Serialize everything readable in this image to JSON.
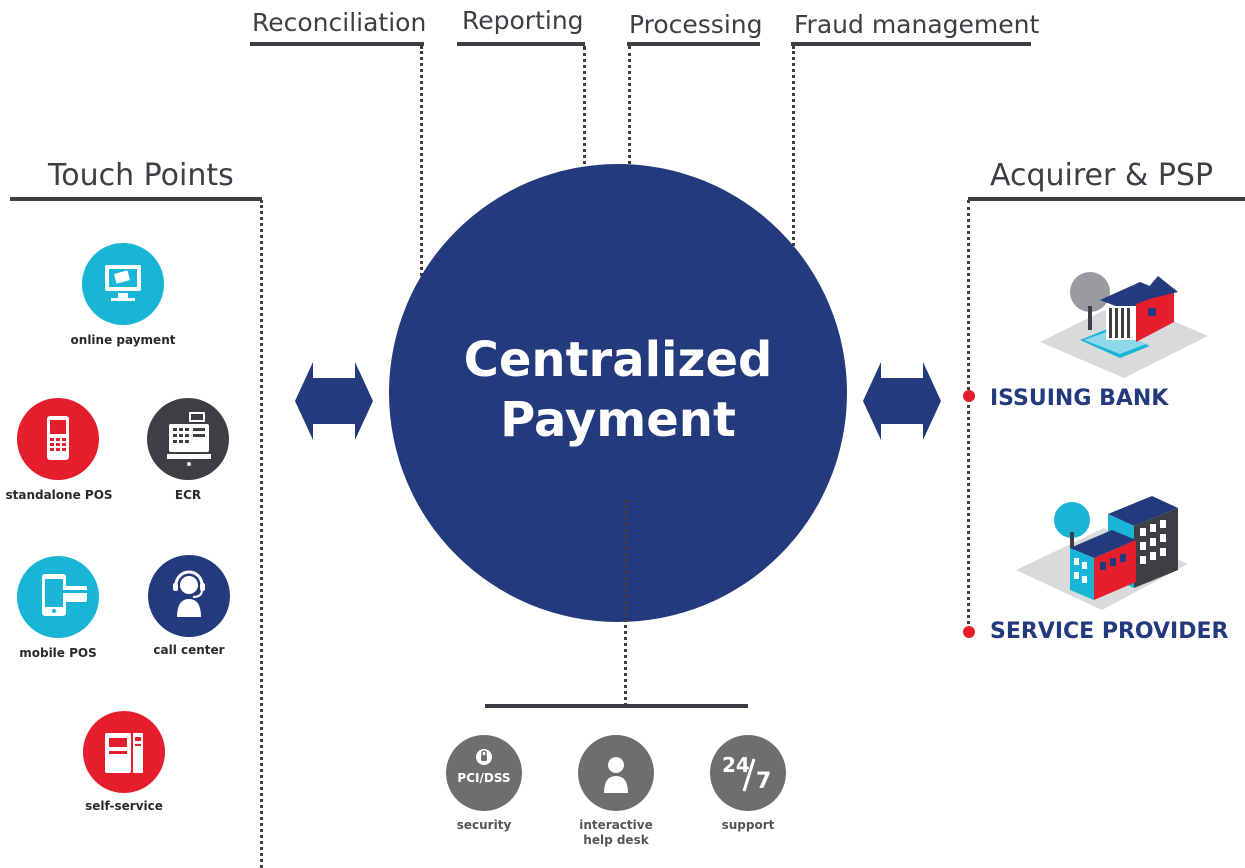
{
  "top_labels": {
    "reconciliation": "Reconciliation",
    "reporting": "Reporting",
    "processing": "Processing",
    "fraud_management": "Fraud management"
  },
  "touch_points": {
    "title": "Touch Points",
    "items": {
      "online_payment": "online payment",
      "standalone_pos": "standalone POS",
      "ecr": "ECR",
      "mobile_pos": "mobile POS",
      "call_center": "call center",
      "self_service": "self-service"
    }
  },
  "center": {
    "line1": "Centralized",
    "line2": "Payment"
  },
  "acquirer": {
    "title": "Acquirer & PSP",
    "issuing_bank": "ISSUING BANK",
    "service_provider": "SERVICE PROVIDER"
  },
  "services": {
    "pci_badge": "PCI/DSS",
    "security": "security",
    "helpdesk_line1": "interactive",
    "helpdesk_line2": "help desk",
    "badge_247_main": "24",
    "badge_247_sub": "7",
    "support": "support"
  },
  "colors": {
    "navy": "#233a7c",
    "cyan": "#19b5d6",
    "red": "#e41e2b",
    "dark_gray": "#3d3f44",
    "mid_gray": "#6e6e6e"
  }
}
